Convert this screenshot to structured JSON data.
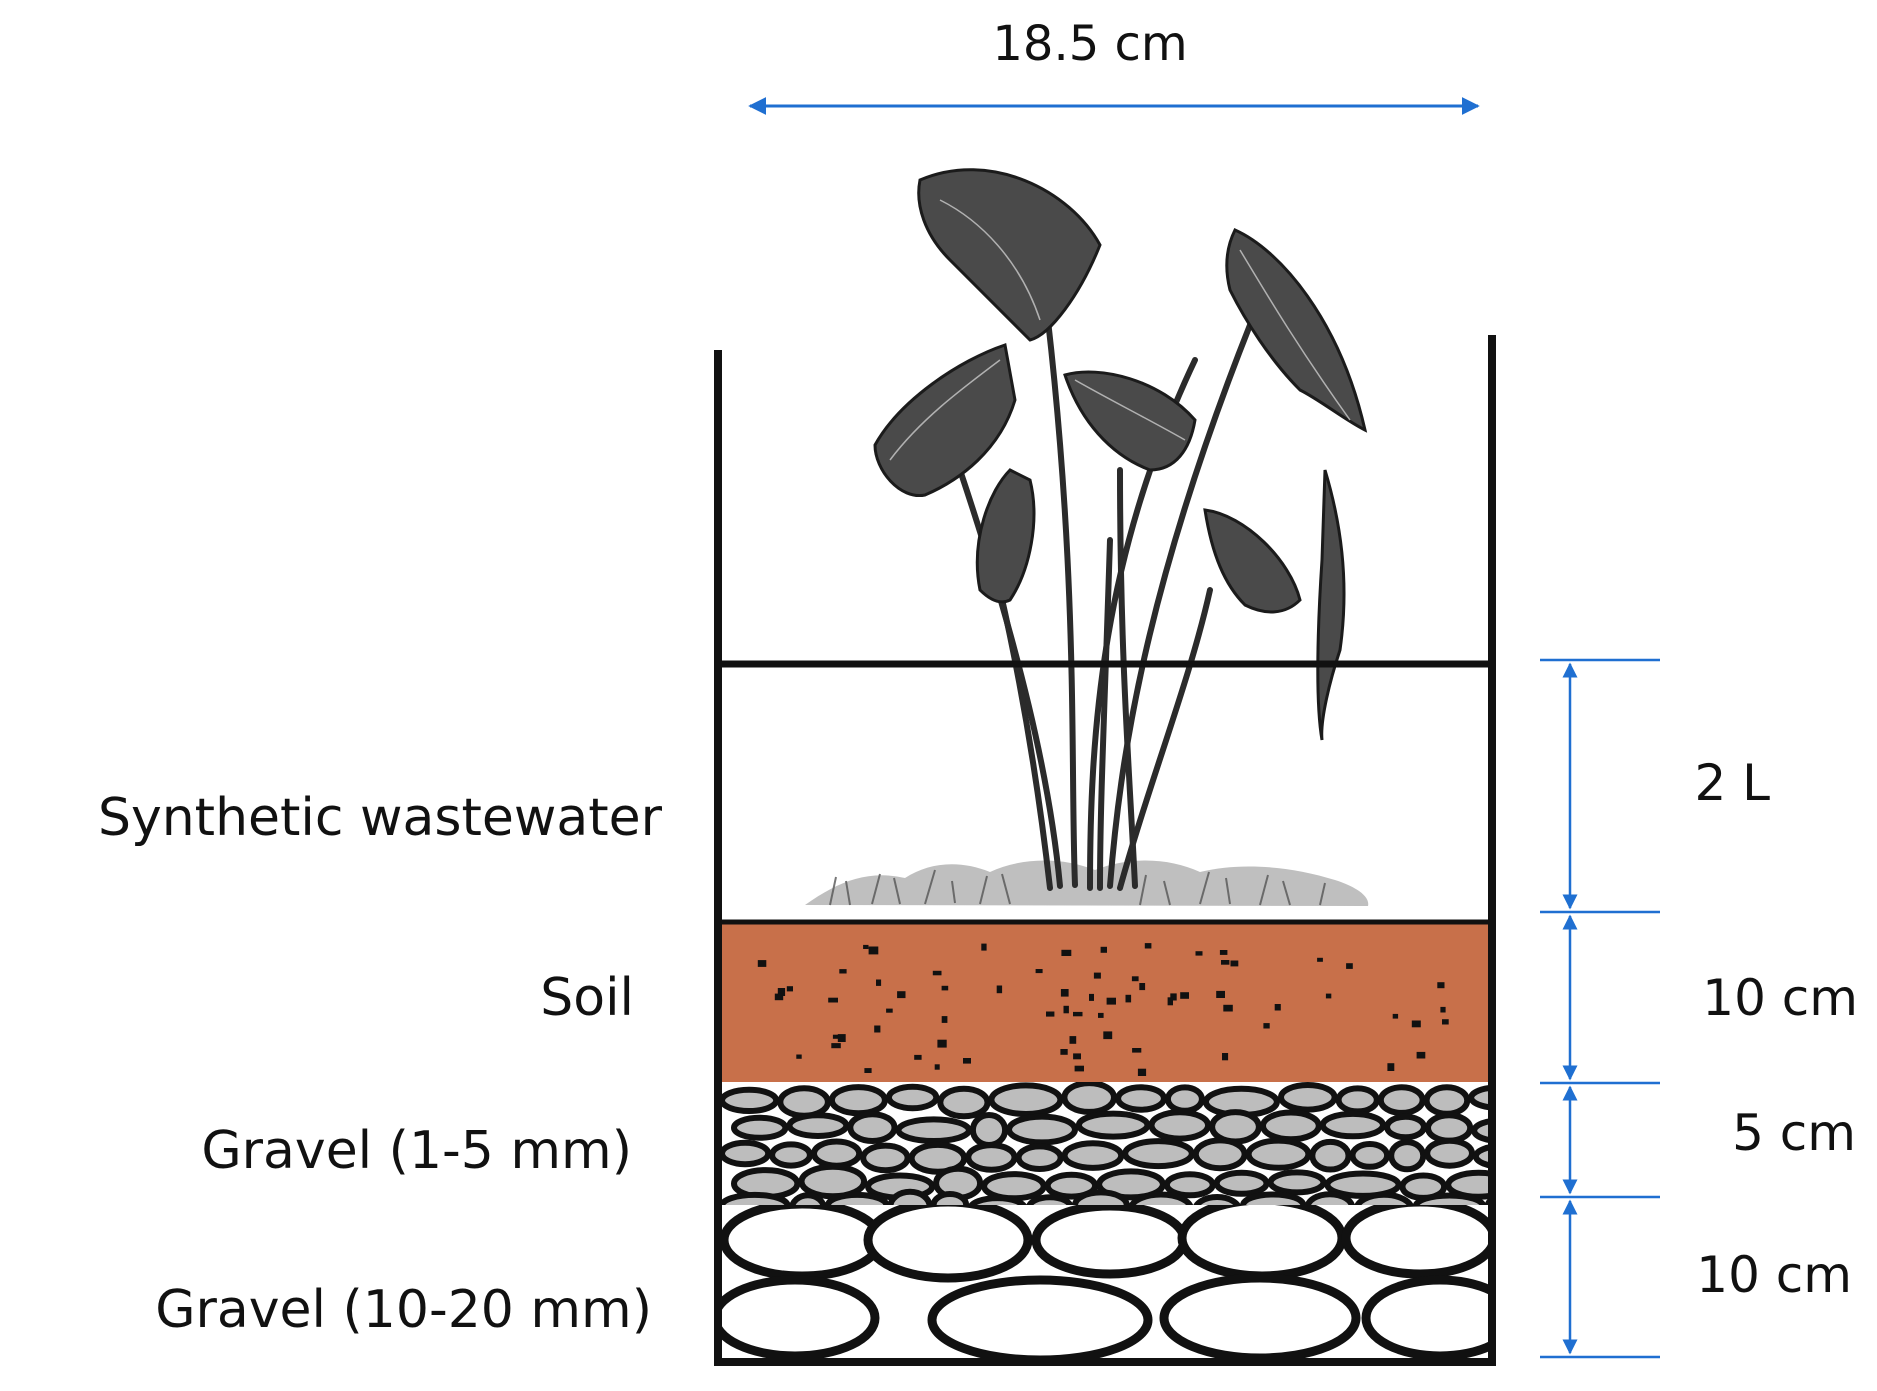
{
  "width_label": "18.5 cm",
  "layers": [
    {
      "label": "Synthetic wastewater",
      "dimension": "2 L"
    },
    {
      "label": "Soil",
      "dimension": "10 cm"
    },
    {
      "label": "Gravel (1-5 mm)",
      "dimension": "5 cm"
    },
    {
      "label": "Gravel (10-20 mm)",
      "dimension": "10 cm"
    }
  ],
  "colors": {
    "dimension_arrow": "#1f6fd1",
    "soil": "#c8704a",
    "fine_gravel": "#bdbdbd",
    "coarse_gravel": "#ffffff",
    "container_outline": "#111111"
  },
  "icons": [
    "plant-illustration"
  ]
}
